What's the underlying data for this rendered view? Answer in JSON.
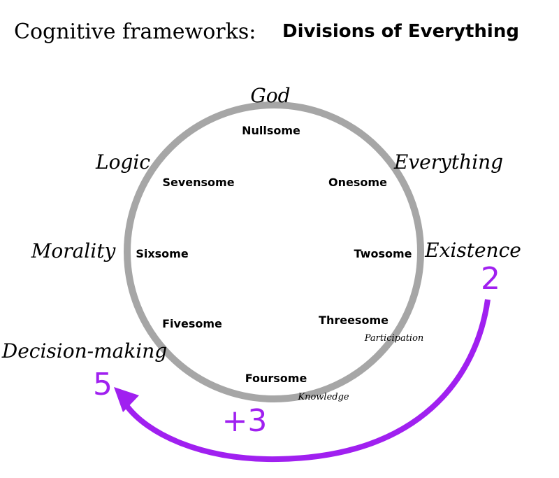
{
  "title": {
    "prefix": "Cognitive frameworks:",
    "main": "Divisions of Everything"
  },
  "ring": {
    "color": "#a6a6a6",
    "inner_labels": [
      "Nullsome",
      "Onesome",
      "Twosome",
      "Threesome",
      "Foursome",
      "Fivesome",
      "Sixsome",
      "Sevensome"
    ],
    "outer_labels": [
      "God",
      "Everything",
      "Existence",
      "Decision-making",
      "Morality",
      "Logic"
    ],
    "sub_labels": [
      "Participation",
      "Knowledge"
    ]
  },
  "transition": {
    "color": "#a020f0",
    "from_value": "2",
    "to_value": "5",
    "step_label": "+3",
    "arrow_icon": "curved-arrow-icon"
  }
}
